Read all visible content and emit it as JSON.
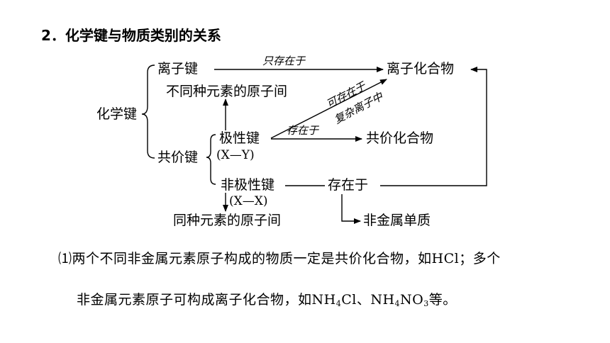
{
  "heading": "2．化学键与物质类别的关系",
  "nodes": {
    "chem_bond": "化学键",
    "ionic_bond": "离子键",
    "ionic_compound": "离子化合物",
    "diff_elem_atoms": "不同种元素的原子间",
    "covalent_bond": "共价键",
    "polar_bond": "极性键",
    "polar_formula": "(X—Y)",
    "covalent_compound": "共价化合物",
    "nonpolar_bond": "非极性键",
    "nonpolar_formula": "(X—X)",
    "exists_in": "存在于",
    "same_elem_atoms": "同种元素的原子间",
    "nonmetal_element": "非金属单质"
  },
  "edge_labels": {
    "only_exists_in": "只存在于",
    "exists_in": "存在于",
    "may_exist_line1": "可存在于",
    "may_exist_line2": "复杂离子中"
  },
  "paragraph": {
    "marker": "⑴",
    "line1": "两个不同非金属元素原子构成的物质一定是共价化合物，如HCl；多个",
    "line2_a": "非金属元素原子可构成离子化合物，如NH",
    "sub1": "4",
    "line2_b": "Cl、NH",
    "sub2": "4",
    "line2_c": "NO",
    "sub3": "3",
    "line2_d": "等。"
  }
}
